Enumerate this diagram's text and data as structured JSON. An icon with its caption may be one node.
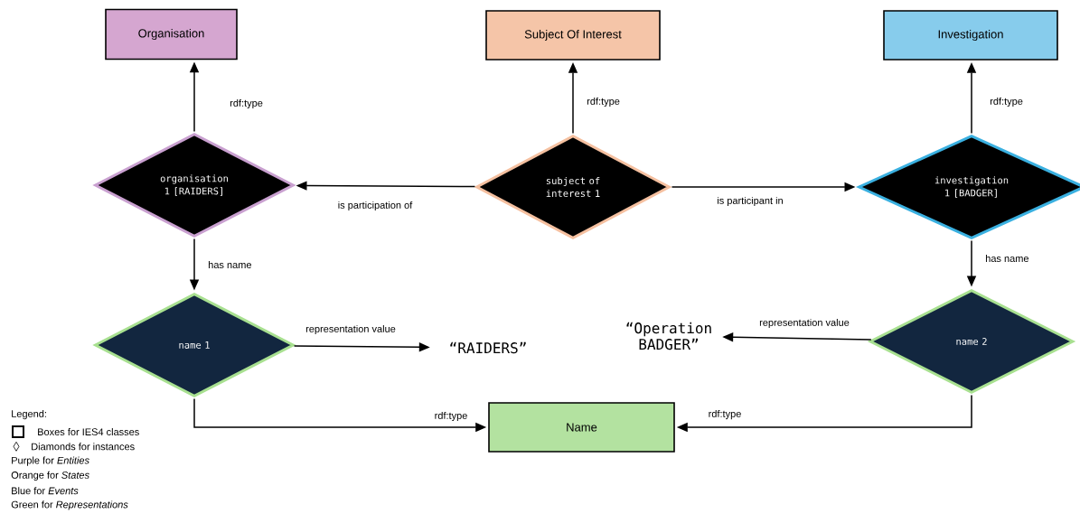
{
  "diagram": {
    "nodes": [
      {
        "text": [
          "Organisation"
        ]
      },
      {
        "text": [
          "Subject Of Interest"
        ]
      },
      {
        "text": [
          "Investigation"
        ]
      },
      {
        "text": [
          "organisation 1 [RAIDERS]"
        ]
      },
      {
        "text": [
          "subject of interest 1"
        ]
      },
      {
        "text": [
          "investigation 1 [BADGER]"
        ]
      },
      {
        "text": [
          "name 1"
        ]
      },
      {
        "text": [
          "“RAIDERS”"
        ]
      },
      {
        "text": [
          "“Operation BADGER”"
        ]
      },
      {
        "text": [
          "name 2"
        ]
      },
      {
        "text": [
          "Name"
        ]
      }
    ],
    "edges": [
      {
        "from": 3,
        "to": 0,
        "arrow": "to",
        "label": "rdf:type"
      },
      {
        "from": 4,
        "to": 1,
        "arrow": "to",
        "label": "rdf:type"
      },
      {
        "from": 5,
        "to": 2,
        "arrow": "to",
        "label": "rdf:type"
      },
      {
        "from": 4,
        "to": 3,
        "arrow": "to",
        "label": "is participation of"
      },
      {
        "from": 4,
        "to": 5,
        "arrow": "to",
        "label": "is participant in"
      },
      {
        "from": 3,
        "to": 6,
        "arrow": "to",
        "label": "has name"
      },
      {
        "from": 5,
        "to": 9,
        "arrow": "to",
        "label": "has name"
      },
      {
        "from": 6,
        "to": 7,
        "arrow": "to",
        "label": "representation value"
      },
      {
        "from": 9,
        "to": 8,
        "arrow": "to",
        "label": "representation value"
      },
      {
        "from": 6,
        "to": 10,
        "arrow": "to",
        "label": "rdf:type"
      },
      {
        "from": 9,
        "to": 10,
        "arrow": "to",
        "label": "rdf:type"
      }
    ],
    "labels": [
      "Legend:"
    ],
    "legend": [
      {
        "text": "Boxes for IES4 classes"
      },
      {
        "text": "Diamonds for instances"
      },
      {
        "text": "Purple for *Entities*"
      },
      {
        "text": "Orange for *States*"
      },
      {
        "text": "Blue for *Events*"
      },
      {
        "text": "Green for *Representations*"
      }
    ]
  }
}
